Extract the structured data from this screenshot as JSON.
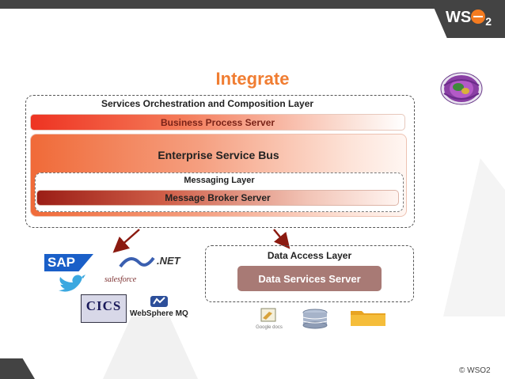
{
  "brand": {
    "logo_text": "WS",
    "logo_suffix": "2"
  },
  "slide": {
    "title": "Integrate",
    "copyright": "© WSO2",
    "colors": {
      "accent": "#f07d32",
      "title": "#f07d32",
      "dark_bar": "#434343"
    }
  },
  "integration": {
    "orchestration_label": "Services Orchestration and Composition Layer",
    "business_process_server": "Business Process Server",
    "enterprise_service_bus": "Enterprise Service Bus",
    "messaging_layer": "Messaging Layer",
    "message_broker_server": "Message Broker Server"
  },
  "data_access": {
    "layer_label": "Data Access Layer",
    "data_services_server": "Data Services Server"
  },
  "systems": {
    "sap": "SAP",
    "dotnet": ".NET",
    "salesforce": "salesforce",
    "cics": "CICS",
    "websphere_mq": "WebSphere MQ"
  },
  "icons": [
    "globe-icon",
    "twitter-icon",
    "google-docs-icon",
    "database-icon",
    "folder-icon"
  ]
}
